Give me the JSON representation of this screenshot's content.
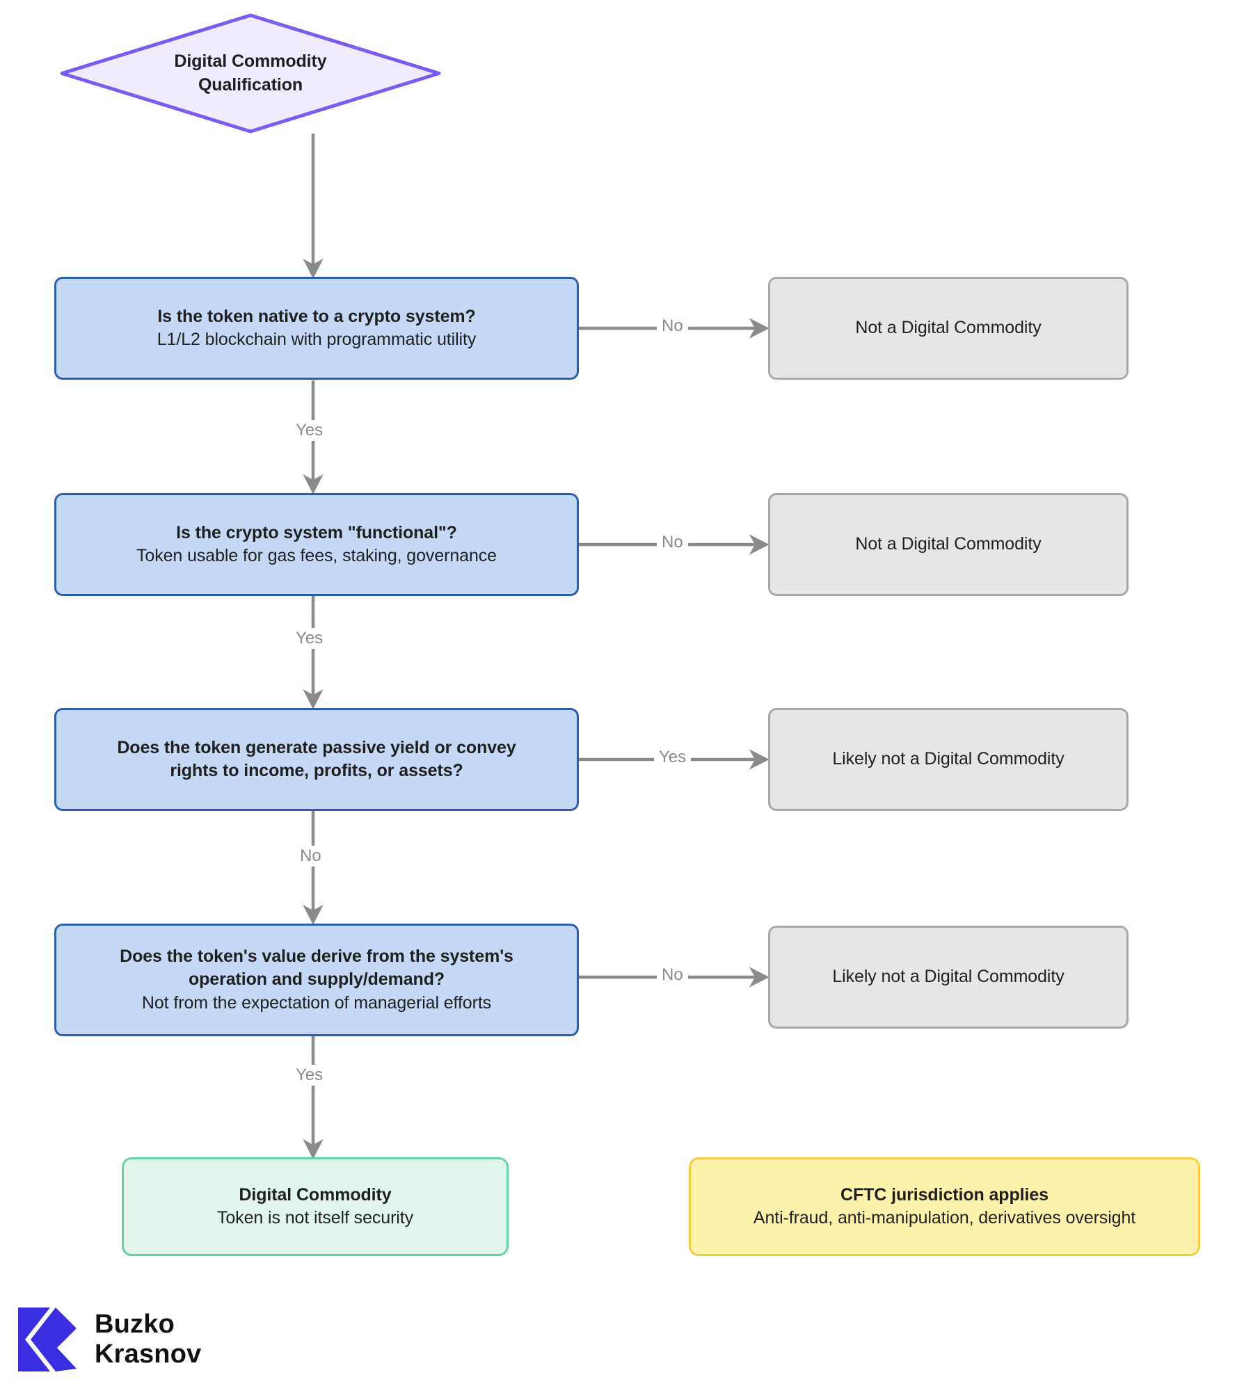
{
  "diagram": {
    "type": "flowchart",
    "title": "Digital Commodity Qualification",
    "direction": "top-down",
    "colors": {
      "start_fill": "#f0ebfd",
      "start_stroke": "#7c5cf0",
      "decision_fill": "#c5d9f7",
      "decision_stroke": "#2a5eae",
      "neutral_fill": "#e6e6e6",
      "neutral_stroke": "#a8a8a8",
      "success_fill": "#e2f5ec",
      "success_stroke": "#68d3a7",
      "note_fill": "#fdf2ac",
      "note_stroke": "#f5cd41",
      "edge": "#8a8a8a",
      "logo_blue": "#3b2ee0"
    }
  },
  "nodes": {
    "start": {
      "shape": "diamond",
      "line1": "Digital Commodity",
      "line2": "Qualification"
    },
    "q1": {
      "shape": "rounded-rect",
      "title": "Is the token native to a crypto system?",
      "subtitle": "L1/L2 blockchain with programmatic utility"
    },
    "q2": {
      "shape": "rounded-rect",
      "title": "Is the crypto system \"functional\"?",
      "subtitle": "Token usable for gas fees, staking, governance"
    },
    "q3": {
      "shape": "rounded-rect",
      "title_line1": "Does the token generate passive yield or convey",
      "title_line2": "rights to income, profits, or assets?"
    },
    "q4": {
      "shape": "rounded-rect",
      "title_line1": "Does the token's value derive from the system's",
      "title_line2": "operation and supply/demand?",
      "subtitle": "Not from the expectation of managerial efforts"
    },
    "out1": {
      "shape": "rounded-rect",
      "label": "Not a Digital Commodity"
    },
    "out2": {
      "shape": "rounded-rect",
      "label": "Not a Digital Commodity"
    },
    "out3": {
      "shape": "rounded-rect",
      "label": "Likely not a Digital Commodity"
    },
    "out4": {
      "shape": "rounded-rect",
      "label": "Likely not a Digital Commodity"
    },
    "result": {
      "shape": "rounded-rect",
      "title": "Digital Commodity",
      "subtitle": "Token is not itself security"
    },
    "note": {
      "shape": "rounded-rect",
      "title": "CFTC jurisdiction applies",
      "subtitle": "Anti-fraud, anti-manipulation, derivatives oversight"
    }
  },
  "edges": {
    "start_to_q1": {
      "label": ""
    },
    "q1_no": {
      "label": "No"
    },
    "q1_yes": {
      "label": "Yes"
    },
    "q2_no": {
      "label": "No"
    },
    "q2_yes": {
      "label": "Yes"
    },
    "q3_yes": {
      "label": "Yes"
    },
    "q3_no": {
      "label": "No"
    },
    "q4_no": {
      "label": "No"
    },
    "q4_yes": {
      "label": "Yes"
    }
  },
  "branding": {
    "name_line1": "Buzko",
    "name_line2": "Krasnov"
  }
}
